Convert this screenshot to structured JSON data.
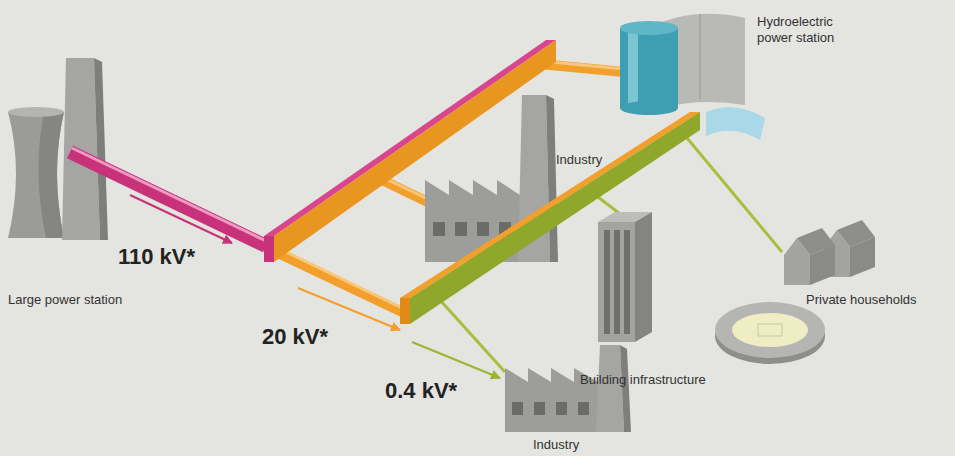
{
  "diagram": {
    "labels": [
      "Hydroelectric power station",
      "Industry",
      "Private households",
      "110 kV*",
      "Large power station",
      "Building infrastructure",
      "20 kV*",
      "0.4 kV*",
      "Industry"
    ]
  }
}
